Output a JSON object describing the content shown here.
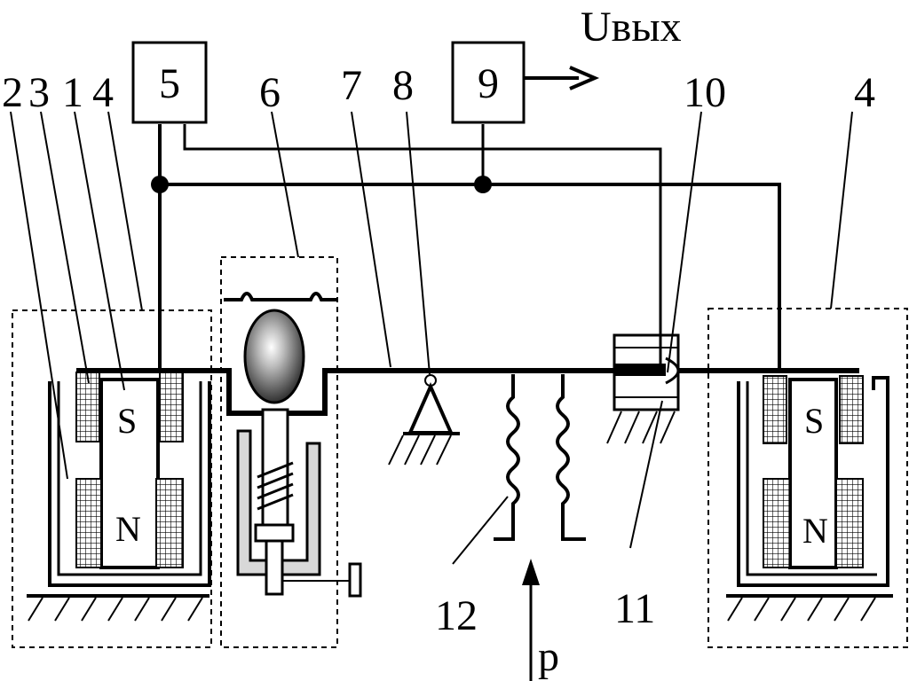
{
  "diagram": {
    "output_label": "Uвых",
    "pressure_label": "p",
    "blocks": {
      "block_5": "5",
      "block_9": "9"
    },
    "callouts": {
      "c2": "2",
      "c3": "3",
      "c1": "1",
      "c4_left": "4",
      "c6": "6",
      "c7": "7",
      "c8": "8",
      "c10": "10",
      "c4_right": "4",
      "c12": "12",
      "c11": "11"
    },
    "magnet_poles": {
      "left_top": "S",
      "left_bottom": "N",
      "right_top": "S",
      "right_bottom": "N"
    }
  }
}
